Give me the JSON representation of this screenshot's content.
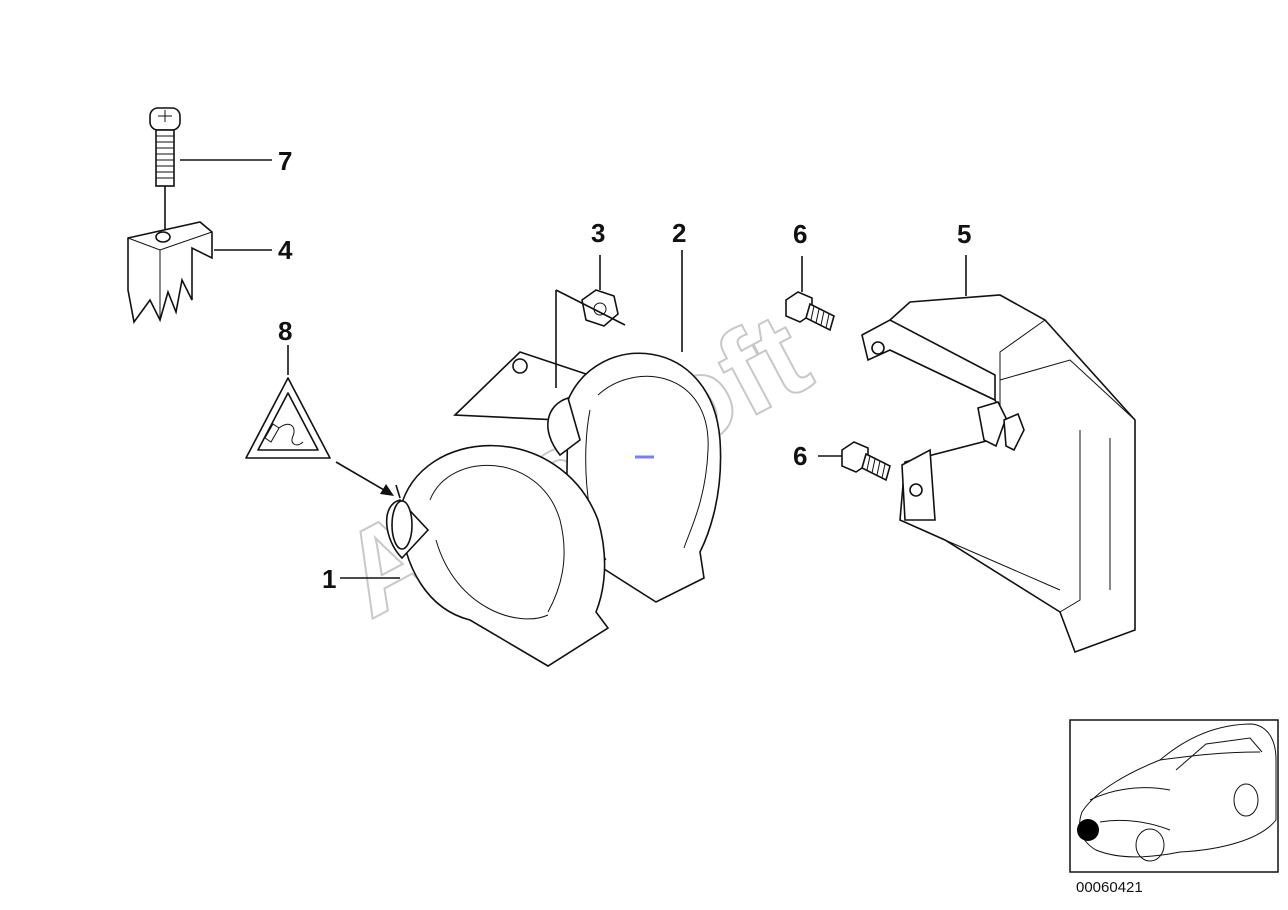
{
  "callouts": [
    {
      "id": "1",
      "label": "1"
    },
    {
      "id": "2",
      "label": "2"
    },
    {
      "id": "3",
      "label": "3"
    },
    {
      "id": "4",
      "label": "4"
    },
    {
      "id": "5",
      "label": "5"
    },
    {
      "id": "6a",
      "label": "6"
    },
    {
      "id": "6b",
      "label": "6"
    },
    {
      "id": "7",
      "label": "7"
    },
    {
      "id": "8",
      "label": "8"
    }
  ],
  "watermark": "AutoSoft",
  "reference_number": "00060421",
  "location_marker_color": "#000000",
  "accent_mark_color": "#7b7bff"
}
